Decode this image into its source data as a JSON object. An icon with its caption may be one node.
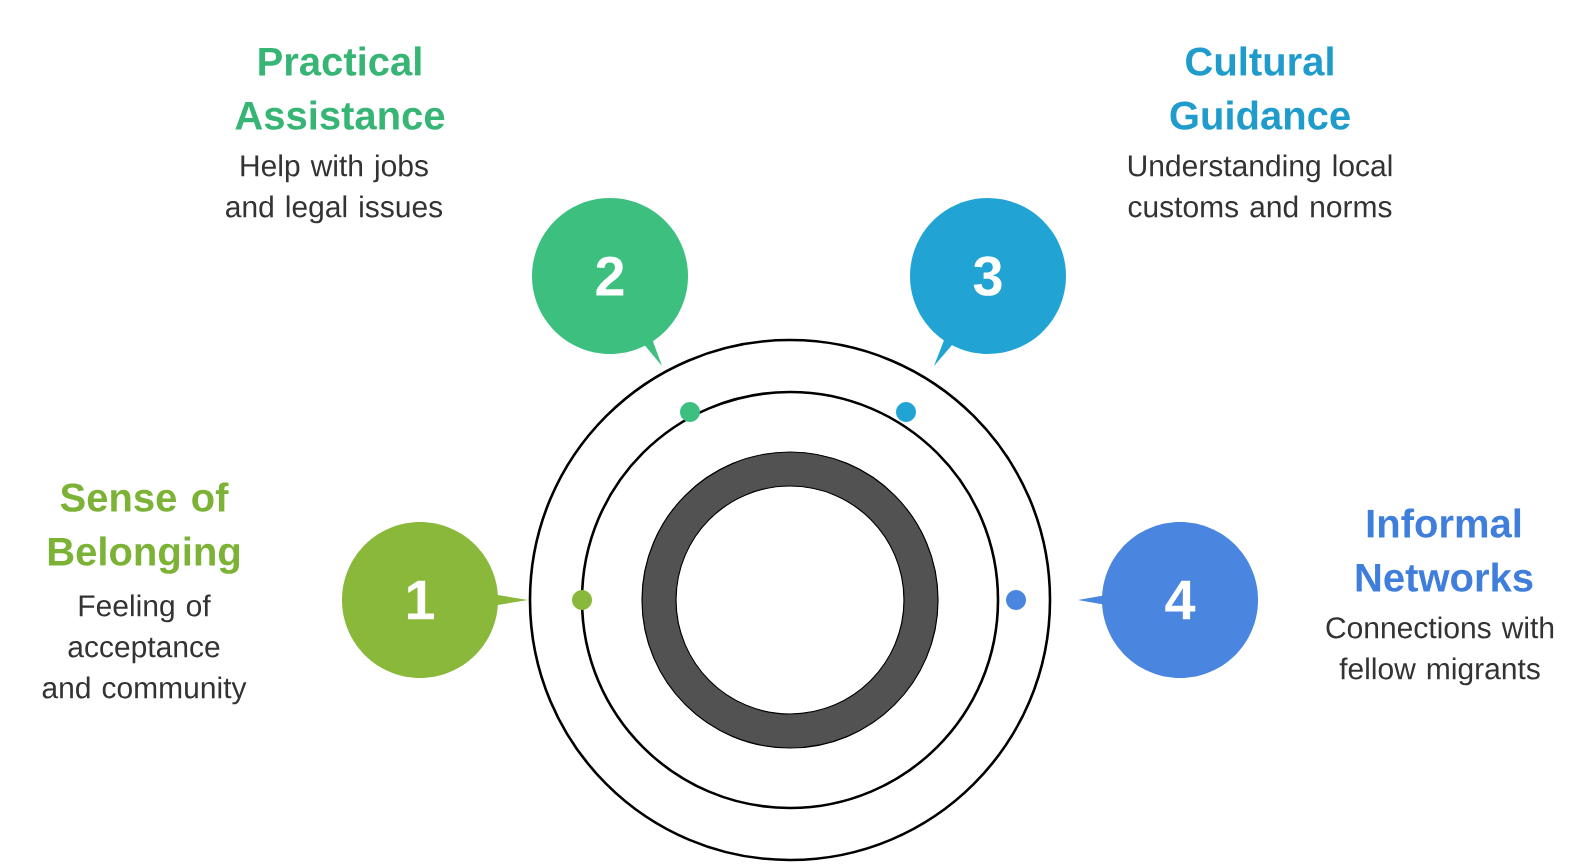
{
  "diagram": {
    "nodes": [
      {
        "text": [
          "1"
        ],
        "beside": [
          "Sense of Belonging",
          "Feeling of acceptance and community"
        ]
      },
      {
        "text": [
          "2"
        ],
        "beside": [
          "Practical Assistance",
          "Help with jobs and legal issues"
        ]
      },
      {
        "text": [
          "3"
        ],
        "beside": [
          "Cultural Guidance",
          "Understanding local customs and norms"
        ]
      },
      {
        "text": [
          "4"
        ],
        "beside": [
          "Informal Networks",
          "Connections with fellow migrants"
        ]
      }
    ]
  }
}
